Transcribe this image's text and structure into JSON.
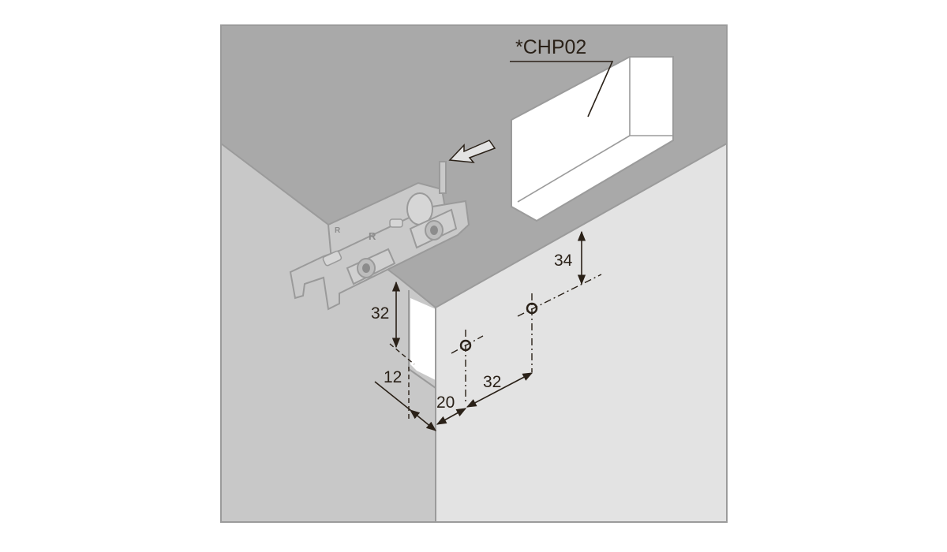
{
  "diagram": {
    "part_label": "*CHP02",
    "dimensions": {
      "top_offset": "34",
      "side_height": "32",
      "panel_thickness": "12",
      "edge_offset": "20",
      "hole_spacing": "32"
    },
    "hinge_plate_marks": [
      "R",
      "R"
    ],
    "colors": {
      "top_panel": "#a9a9a9",
      "left_wall": "#c8c8c8",
      "right_wall": "#e3e3e3",
      "frame": "#9b9b9b",
      "ink": "#2a2118"
    }
  }
}
